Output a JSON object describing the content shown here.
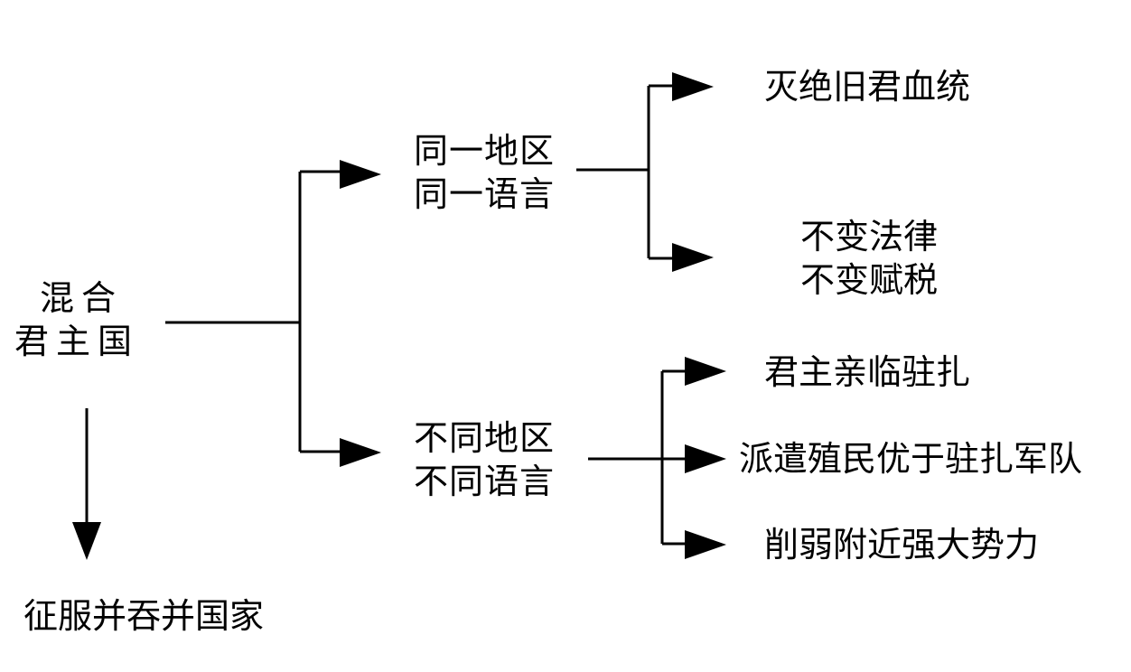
{
  "root": {
    "line1": "混合",
    "line2": "君主国"
  },
  "branch_same": {
    "line1": "同一地区",
    "line2": "同一语言"
  },
  "branch_diff": {
    "line1": "不同地区",
    "line2": "不同语言"
  },
  "leaf_destroy_bloodline": "灭绝旧君血统",
  "leaf_keep_laws": {
    "line1": "不变法律",
    "line2": "不变赋税"
  },
  "leaf_monarch_reside": "君主亲临驻扎",
  "leaf_send_colonists": "派遣殖民优于驻扎军队",
  "leaf_weaken_neighbors": "削弱附近强大势力",
  "result_conquer": "征服并吞并国家",
  "colors": {
    "line": "#000000",
    "text": "#000000",
    "background": "#ffffff"
  }
}
